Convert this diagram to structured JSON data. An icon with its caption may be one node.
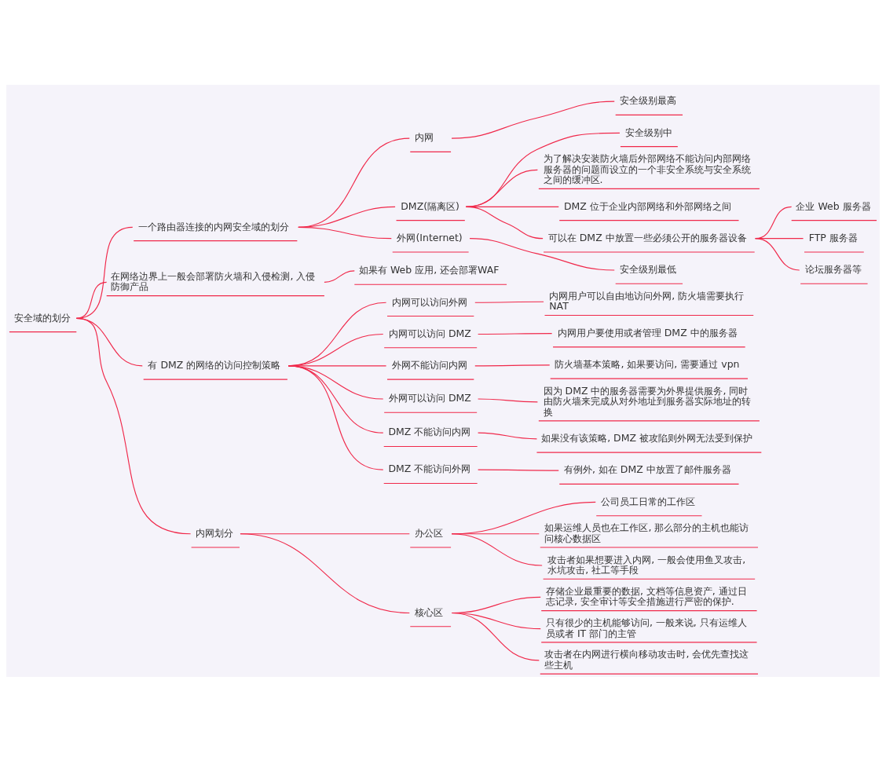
{
  "diagram": {
    "nodes": [
      {
        "text": [
          "安全域的划分"
        ]
      },
      {
        "text": [
          "一个路由器连接的内网安全域的划分"
        ]
      },
      {
        "text": [
          "内网"
        ]
      },
      {
        "text": [
          "安全级别最高"
        ]
      },
      {
        "text": [
          "DMZ(隔离区)"
        ]
      },
      {
        "text": [
          "安全级别中"
        ]
      },
      {
        "text": [
          "为了解决安装防火墙后外部网络不能访问内部网络服务器的问题而设立的一个非安全系统与安全系统之间的缓冲区."
        ]
      },
      {
        "text": [
          "DMZ 位于企业内部网络和外部网络之间"
        ]
      },
      {
        "text": [
          "可以在 DMZ 中放置一些必须公开的服务器设备"
        ]
      },
      {
        "text": [
          "企业 Web 服务器"
        ]
      },
      {
        "text": [
          "FTP 服务器"
        ]
      },
      {
        "text": [
          "论坛服务器等"
        ]
      },
      {
        "text": [
          "外网(Internet)"
        ]
      },
      {
        "text": [
          "安全级别最低"
        ]
      },
      {
        "text": [
          "在网络边界上一般会部署防火墙和入侵检测, 入侵防御产品"
        ]
      },
      {
        "text": [
          "如果有 Web 应用, 还会部署WAF"
        ]
      },
      {
        "text": [
          "有 DMZ 的网络的访问控制策略"
        ]
      },
      {
        "text": [
          "内网可以访问外网"
        ]
      },
      {
        "text": [
          "内网用户可以自由地访问外网, 防火墙需要执行 NAT"
        ]
      },
      {
        "text": [
          "内网可以访问 DMZ"
        ]
      },
      {
        "text": [
          "内网用户要使用或者管理 DMZ 中的服务器"
        ]
      },
      {
        "text": [
          "外网不能访问内网"
        ]
      },
      {
        "text": [
          "防火墙基本策略, 如果要访问, 需要通过 vpn"
        ]
      },
      {
        "text": [
          "外网可以访问 DMZ"
        ]
      },
      {
        "text": [
          "因为 DMZ 中的服务器需要为外界提供服务, 同时由防火墙来完成从对外地址到服务器实际地址的转换"
        ]
      },
      {
        "text": [
          "DMZ 不能访问内网"
        ]
      },
      {
        "text": [
          "如果没有该策略, DMZ 被攻陷则外网无法受到保护"
        ]
      },
      {
        "text": [
          "DMZ 不能访问外网"
        ]
      },
      {
        "text": [
          "有例外, 如在 DMZ 中放置了邮件服务器"
        ]
      },
      {
        "text": [
          "内网划分"
        ]
      },
      {
        "text": [
          "办公区"
        ]
      },
      {
        "text": [
          "公司员工日常的工作区"
        ]
      },
      {
        "text": [
          "如果运维人员也在工作区, 那么部分的主机也能访问核心数据区"
        ]
      },
      {
        "text": [
          "攻击者如果想要进入内网, 一般会使用鱼叉攻击, 水坑攻击, 社工等手段"
        ]
      },
      {
        "text": [
          "核心区"
        ]
      },
      {
        "text": [
          "存储企业最重要的数据, 文档等信息资产, 通过日志记录, 安全审计等安全措施进行严密的保护."
        ]
      },
      {
        "text": [
          "只有很少的主机能够访问, 一般来说, 只有运维人员或者 IT 部门的主管"
        ]
      },
      {
        "text": [
          "攻击者在内网进行横向移动攻击时, 会优先查找这些主机"
        ]
      }
    ],
    "edges": [
      {
        "from": 0,
        "to": 1,
        "arrow": "none"
      },
      {
        "from": 1,
        "to": 2,
        "arrow": "none"
      },
      {
        "from": 2,
        "to": 3,
        "arrow": "none"
      },
      {
        "from": 1,
        "to": 4,
        "arrow": "none"
      },
      {
        "from": 4,
        "to": 5,
        "arrow": "none"
      },
      {
        "from": 4,
        "to": 6,
        "arrow": "none"
      },
      {
        "from": 4,
        "to": 7,
        "arrow": "none"
      },
      {
        "from": 4,
        "to": 8,
        "arrow": "none"
      },
      {
        "from": 8,
        "to": 9,
        "arrow": "none"
      },
      {
        "from": 8,
        "to": 10,
        "arrow": "none"
      },
      {
        "from": 8,
        "to": 11,
        "arrow": "none"
      },
      {
        "from": 1,
        "to": 12,
        "arrow": "none"
      },
      {
        "from": 12,
        "to": 13,
        "arrow": "none"
      },
      {
        "from": 0,
        "to": 14,
        "arrow": "none"
      },
      {
        "from": 14,
        "to": 15,
        "arrow": "none"
      },
      {
        "from": 0,
        "to": 16,
        "arrow": "none"
      },
      {
        "from": 16,
        "to": 17,
        "arrow": "none"
      },
      {
        "from": 17,
        "to": 18,
        "arrow": "none"
      },
      {
        "from": 16,
        "to": 19,
        "arrow": "none"
      },
      {
        "from": 19,
        "to": 20,
        "arrow": "none"
      },
      {
        "from": 16,
        "to": 21,
        "arrow": "none"
      },
      {
        "from": 21,
        "to": 22,
        "arrow": "none"
      },
      {
        "from": 16,
        "to": 23,
        "arrow": "none"
      },
      {
        "from": 23,
        "to": 24,
        "arrow": "none"
      },
      {
        "from": 16,
        "to": 25,
        "arrow": "none"
      },
      {
        "from": 25,
        "to": 26,
        "arrow": "none"
      },
      {
        "from": 16,
        "to": 27,
        "arrow": "none"
      },
      {
        "from": 27,
        "to": 28,
        "arrow": "none"
      },
      {
        "from": 0,
        "to": 29,
        "arrow": "none"
      },
      {
        "from": 29,
        "to": 30,
        "arrow": "none"
      },
      {
        "from": 30,
        "to": 31,
        "arrow": "none"
      },
      {
        "from": 30,
        "to": 32,
        "arrow": "none"
      },
      {
        "from": 30,
        "to": 33,
        "arrow": "none"
      },
      {
        "from": 29,
        "to": 34,
        "arrow": "none"
      },
      {
        "from": 34,
        "to": 35,
        "arrow": "none"
      },
      {
        "from": 34,
        "to": 36,
        "arrow": "none"
      },
      {
        "from": 34,
        "to": 37,
        "arrow": "none"
      }
    ]
  }
}
